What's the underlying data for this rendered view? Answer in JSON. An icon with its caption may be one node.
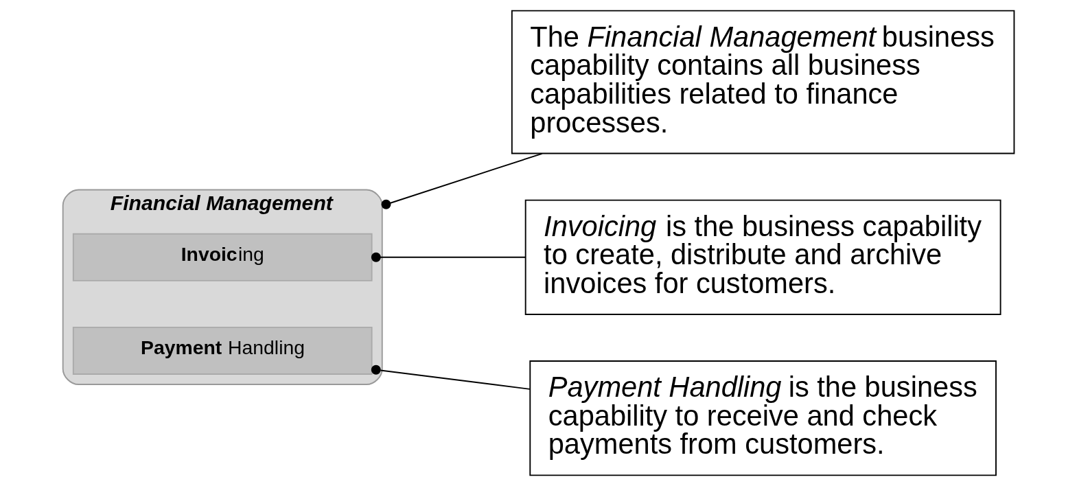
{
  "diagram": {
    "nodes": [
      {
        "text": [
          "Financial Management"
        ]
      },
      {
        "text": [
          "**Invoic**ing"
        ],
        "in": 0
      },
      {
        "text": [
          "**Payment** Handling"
        ],
        "in": 0
      },
      {
        "text": [
          "The *Financial Management* business capability contains all business capabilities related to finance processes."
        ]
      },
      {
        "text": [
          "*Invoicing* is the business capability to create, distribute and archive invoices for customers."
        ]
      },
      {
        "text": [
          "*Payment Handling* is the business capability to receive and check payments from customers."
        ]
      }
    ],
    "edges": [
      {
        "from": 0,
        "to": 3,
        "arrow": "other"
      },
      {
        "from": 1,
        "to": 4,
        "arrow": "other"
      },
      {
        "from": 2,
        "to": 5,
        "arrow": "other"
      }
    ]
  }
}
